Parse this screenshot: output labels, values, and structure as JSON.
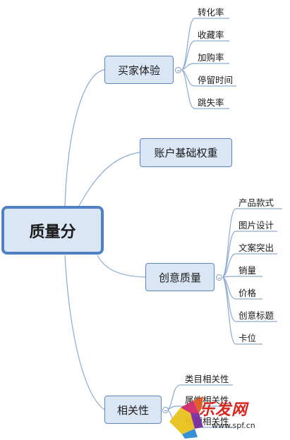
{
  "root": {
    "label": "质量分"
  },
  "branches": [
    {
      "label": "买家体验",
      "children": [
        "转化率",
        "收藏率",
        "加购率",
        "停留时间",
        "跳失率"
      ]
    },
    {
      "label": "账户基础权重",
      "children": []
    },
    {
      "label": "创意质量",
      "children": [
        "产品款式",
        "图片设计",
        "文案突出",
        "销量",
        "价格",
        "创意标题",
        "卡位"
      ]
    },
    {
      "label": "相关性",
      "children": [
        "类目相关性",
        "属性相关性",
        "标题相关性"
      ]
    }
  ],
  "watermark": {
    "brand": "乐发网",
    "url": "www.spf.cn"
  },
  "colors": {
    "line": "#7fa2cf",
    "node_fill": "#dbe6f5",
    "node_border": "#5b86bf",
    "root_border": "#4f82c4"
  }
}
